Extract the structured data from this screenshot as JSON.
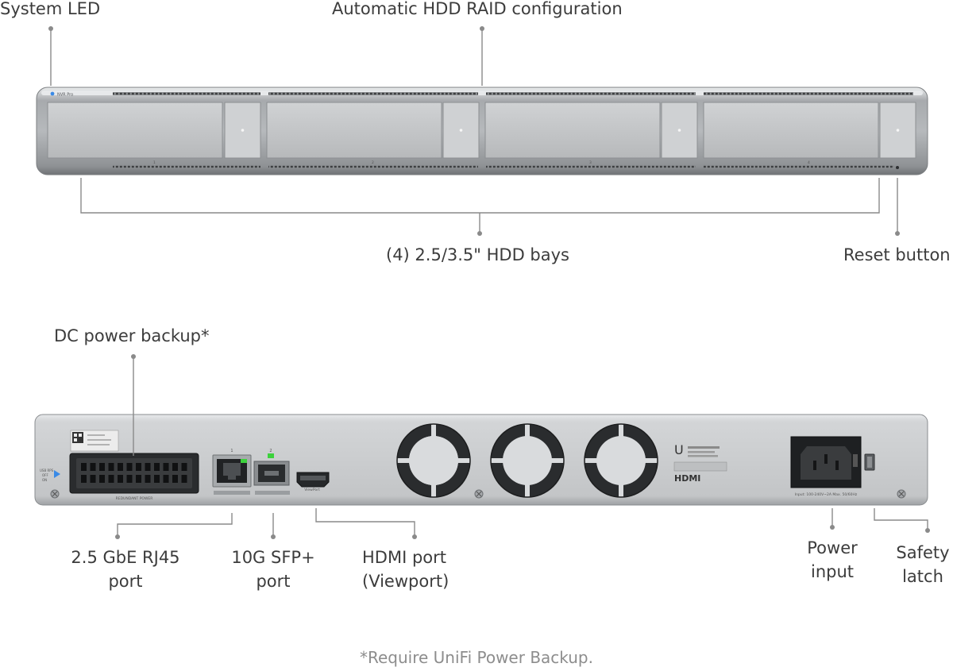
{
  "front": {
    "callouts": {
      "system_led": "System LED",
      "raid": "Automatic HDD RAID configuration",
      "bays": "(4) 2.5/3.5\" HDD bays",
      "reset": "Reset button"
    },
    "model_badge": "NVR Pro",
    "bay_numbers": [
      "1",
      "2",
      "3",
      "4"
    ]
  },
  "rear": {
    "callouts": {
      "dc_power": "DC power backup*",
      "rj45_line1": "2.5 GbE RJ45",
      "rj45_line2": "port",
      "sfp_line1": "10G SFP+",
      "sfp_line2": "port",
      "hdmi_line1": "HDMI port",
      "hdmi_line2": "(Viewport)",
      "power_line1": "Power",
      "power_line2": "input",
      "latch_line1": "Safety",
      "latch_line2": "latch"
    },
    "port_numbers": [
      "1",
      "2"
    ],
    "redundant_power_label": "REDUNDANT POWER",
    "viewport_label": "ViewPort",
    "hdmi_logo": "HDMI",
    "power_rating": "Input: 100-240V~2A Max. 50/60Hz",
    "led_legend": [
      "USB RPS",
      "OFF",
      "ON"
    ]
  },
  "footnote": "*Require UniFi Power Backup.",
  "colors": {
    "chassis": "#c9cbcd",
    "bay": "#bfc1c3",
    "leader": "#8a8a8a",
    "port_led": "#3cd23c",
    "status_led": "#3a8ae6"
  }
}
